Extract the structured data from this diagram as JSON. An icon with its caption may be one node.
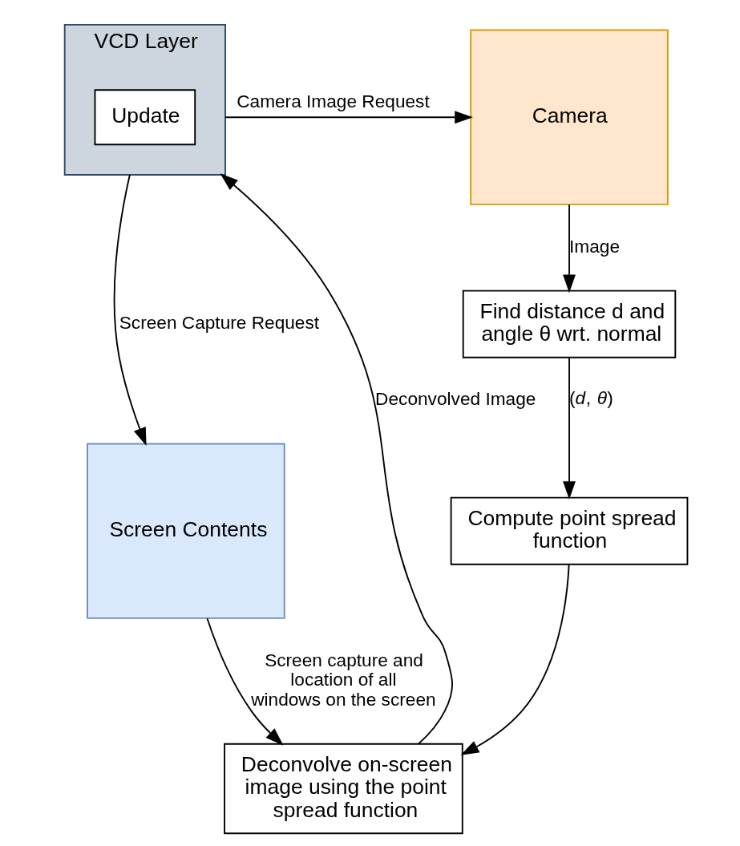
{
  "diagram": {
    "nodes": [
      {
        "text": [
          "VCD Layer"
        ]
      },
      {
        "text": [
          "Update"
        ],
        "in": 0
      },
      {
        "text": [
          "Screen Contents"
        ]
      },
      {
        "text": [
          "Camera"
        ]
      },
      {
        "text": [
          "Find distance d and angle θ wrt. normal"
        ]
      },
      {
        "text": [
          "Compute point spread function"
        ]
      },
      {
        "text": [
          "Deconvolve on-screen image using the point spread function"
        ]
      }
    ],
    "edges": [
      {
        "from": 0,
        "to": 3,
        "arrow": "to",
        "label": "Camera Image Request"
      },
      {
        "from": 0,
        "to": 2,
        "arrow": "to",
        "label": "Screen Capture Request"
      },
      {
        "from": 3,
        "to": 4,
        "arrow": "to",
        "label": "Image"
      },
      {
        "from": 2,
        "to": 6,
        "arrow": "to",
        "label": "Screen capture and location of all windows on the screen"
      },
      {
        "from": 4,
        "to": 5,
        "arrow": "to",
        "label": "(*d*, *θ*)"
      },
      {
        "from": 5,
        "to": 6,
        "arrow": "to"
      },
      {
        "from": 6,
        "to": 0,
        "arrow": "to",
        "label": "Deconvolved Image"
      }
    ]
  }
}
